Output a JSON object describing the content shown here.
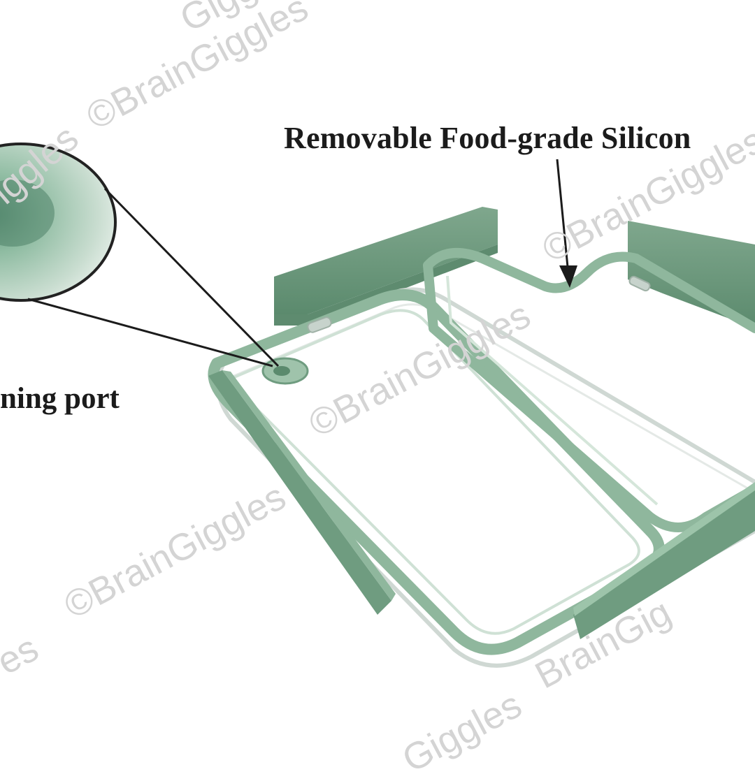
{
  "labels": {
    "silicone_seal": "Removable Food-grade Silicon",
    "draining_port": "ning port"
  },
  "watermark": {
    "text": "©BrainGiggles",
    "partial_a": "Gigg",
    "partial_b": "iggles",
    "partial_c": "Giggles",
    "partial_d": "BrainGig",
    "partial_e": "es"
  },
  "colors": {
    "sage_green": "#8fb79d",
    "frame_green": "#6f9c80",
    "background": "#ffffff",
    "label_text": "#1b1b1b",
    "watermark": "#d4d4d4"
  }
}
